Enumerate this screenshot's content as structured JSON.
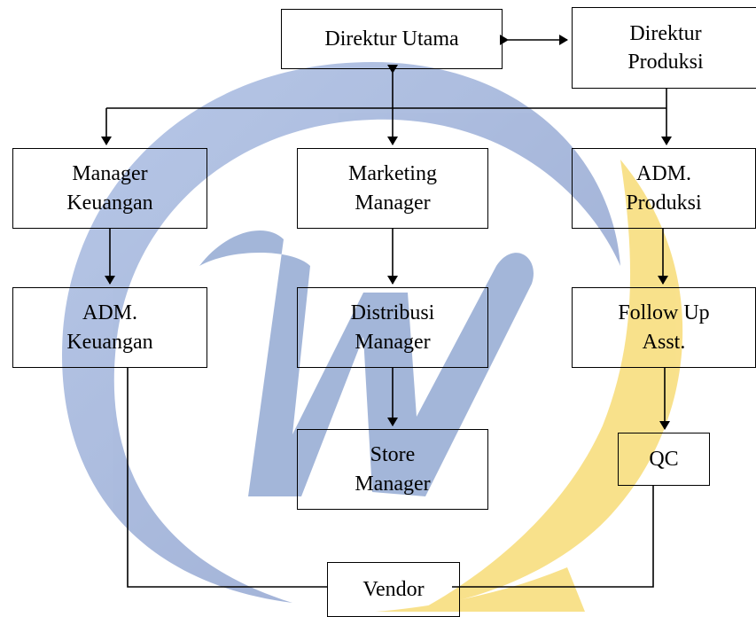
{
  "nodes": {
    "direktur_utama": "Direktur Utama",
    "direktur_produksi": "Direktur\nProduksi",
    "manager_keuangan": "Manager\nKeuangan",
    "marketing_manager": "Marketing\nManager",
    "adm_produksi": "ADM.\nProduksi",
    "adm_keuangan": "ADM.\nKeuangan",
    "distribusi_manager": "Distribusi\nManager",
    "follow_up_asst": "Follow Up\nAsst.",
    "store_manager": "Store\nManager",
    "qc": "QC",
    "vendor": "Vendor"
  },
  "colors": {
    "watermark_blue": "#4a6fb5",
    "watermark_yellow": "#f3c41a",
    "line": "#000000"
  },
  "watermark_icon": "w-logo-watermark"
}
